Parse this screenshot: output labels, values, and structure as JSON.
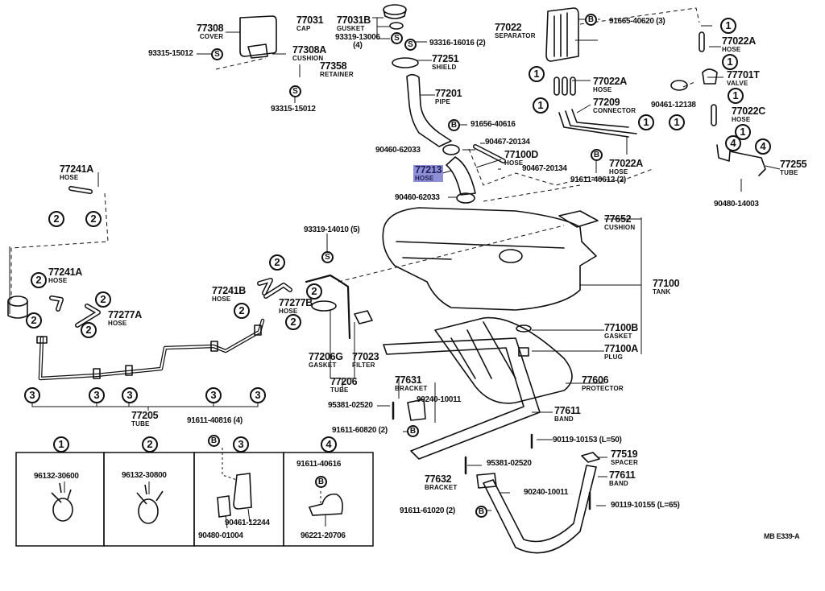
{
  "diagram": {
    "title": "Fuel Tank & Tube",
    "reference_code": "MB  E339-A",
    "parts": {
      "p77308": {
        "number": "77308",
        "name": "COVER"
      },
      "p93315a": {
        "number": "93315-15012"
      },
      "p77308A": {
        "number": "77308A",
        "name": "CUSHION"
      },
      "p77358": {
        "number": "77358",
        "name": "RETAINER"
      },
      "p93315b": {
        "number": "93315-15012"
      },
      "p77031": {
        "number": "77031",
        "name": "CAP"
      },
      "p77031B": {
        "number": "77031B",
        "name": "GUSKET"
      },
      "p93319_13006": {
        "number": "93319-13006",
        "qty": "(4)"
      },
      "p93316": {
        "number": "93316-16016 (2)"
      },
      "p77251": {
        "number": "77251",
        "name": "SHIELD"
      },
      "p77201": {
        "number": "77201",
        "name": "PIPE"
      },
      "p91656": {
        "number": "91656-40616"
      },
      "p90467a": {
        "number": "90467-20134"
      },
      "p90460a": {
        "number": "90460-62033"
      },
      "p77100D": {
        "number": "77100D",
        "name": "HOSE"
      },
      "p77213": {
        "number": "77213",
        "name": "HOSE",
        "highlighted": true
      },
      "p90467b": {
        "number": "90467-20134"
      },
      "p90460b": {
        "number": "90460-62033"
      },
      "p77022": {
        "number": "77022",
        "name": "SEPARATOR"
      },
      "p91665": {
        "number": "91665-40620 (3)"
      },
      "p77022A_1": {
        "number": "77022A",
        "name": "HOSE"
      },
      "p77209": {
        "number": "77209",
        "name": "CONNECTOR"
      },
      "p77022A_2": {
        "number": "77022A",
        "name": "HOSE"
      },
      "p91611_40612": {
        "number": "91611-40612 (2)"
      },
      "p77022A_3": {
        "number": "77022A",
        "name": "HOSE"
      },
      "p77701T": {
        "number": "77701T",
        "name": "VALVE"
      },
      "p90461_12138": {
        "number": "90461-12138"
      },
      "p77022C": {
        "number": "77022C",
        "name": "HOSE"
      },
      "p77255": {
        "number": "77255",
        "name": "TUBE"
      },
      "p90480_14003": {
        "number": "90480-14003"
      },
      "p77241A_1": {
        "number": "77241A",
        "name": "HOSE"
      },
      "p77241A_2": {
        "number": "77241A",
        "name": "HOSE"
      },
      "p77277A": {
        "number": "77277A",
        "name": "HOSE"
      },
      "p93319_14010": {
        "number": "93319-14010 (5)"
      },
      "p77241B": {
        "number": "77241B",
        "name": "HOSE"
      },
      "p77277B": {
        "number": "77277B",
        "name": "HOSE"
      },
      "p77206G": {
        "number": "77206G",
        "name": "GASKET"
      },
      "p77023": {
        "number": "77023",
        "name": "FILTER"
      },
      "p77206": {
        "number": "77206",
        "name": "TUBE"
      },
      "p77205": {
        "number": "77205",
        "name": "TUBE"
      },
      "p77652": {
        "number": "77652",
        "name": "CUSHION"
      },
      "p77100": {
        "number": "77100",
        "name": "TANK"
      },
      "p77100B": {
        "number": "77100B",
        "name": "GASKET"
      },
      "p77100A": {
        "number": "77100A",
        "name": "PLUG"
      },
      "p77606": {
        "number": "77606",
        "name": "PROTECTOR"
      },
      "p77631": {
        "number": "77631",
        "name": "BRACKET"
      },
      "p95381a": {
        "number": "95381-02520"
      },
      "p90240a": {
        "number": "90240-10011"
      },
      "p91611_60820": {
        "number": "91611-60820 (2)"
      },
      "p77611a": {
        "number": "77611",
        "name": "BAND"
      },
      "p90119_10153": {
        "number": "90119-10153 (L=50)"
      },
      "p95381b": {
        "number": "95381-02520"
      },
      "p77519": {
        "number": "77519",
        "name": "SPACER"
      },
      "p77632": {
        "number": "77632",
        "name": "BRACKET"
      },
      "p90240b": {
        "number": "90240-10011"
      },
      "p77611b": {
        "number": "77611",
        "name": "BAND"
      },
      "p91611_61020": {
        "number": "91611-61020 (2)"
      },
      "p90119_10155": {
        "number": "90119-10155 (L=65)"
      }
    },
    "symbols": {
      "one": "1",
      "two": "2",
      "three": "3",
      "four": "4",
      "S": "S",
      "B": "B"
    },
    "legend": {
      "box1": {
        "key": "1",
        "part": "96132-30600"
      },
      "box2": {
        "key": "2",
        "part": "96132-30800"
      },
      "box3": {
        "key": "3",
        "bolt": "91611-40816 (4)",
        "part_a": "90461-12244",
        "part_b": "90480-01004"
      },
      "box4": {
        "key": "4",
        "bolt": "91611-40616",
        "part": "96221-20706"
      }
    }
  }
}
